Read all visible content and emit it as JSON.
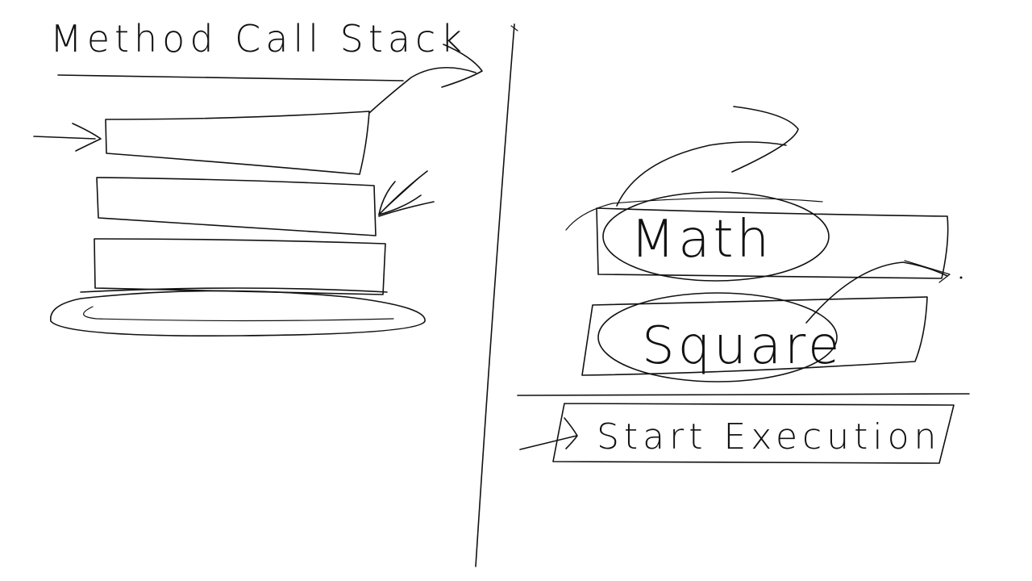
{
  "whiteboard": {
    "title": "Method Call Stack",
    "frames": [
      {
        "label": "Math"
      },
      {
        "label": "Square"
      },
      {
        "label": "Start Execution"
      }
    ]
  },
  "colors": {
    "background": "#ffffff",
    "ink": "#111111"
  }
}
